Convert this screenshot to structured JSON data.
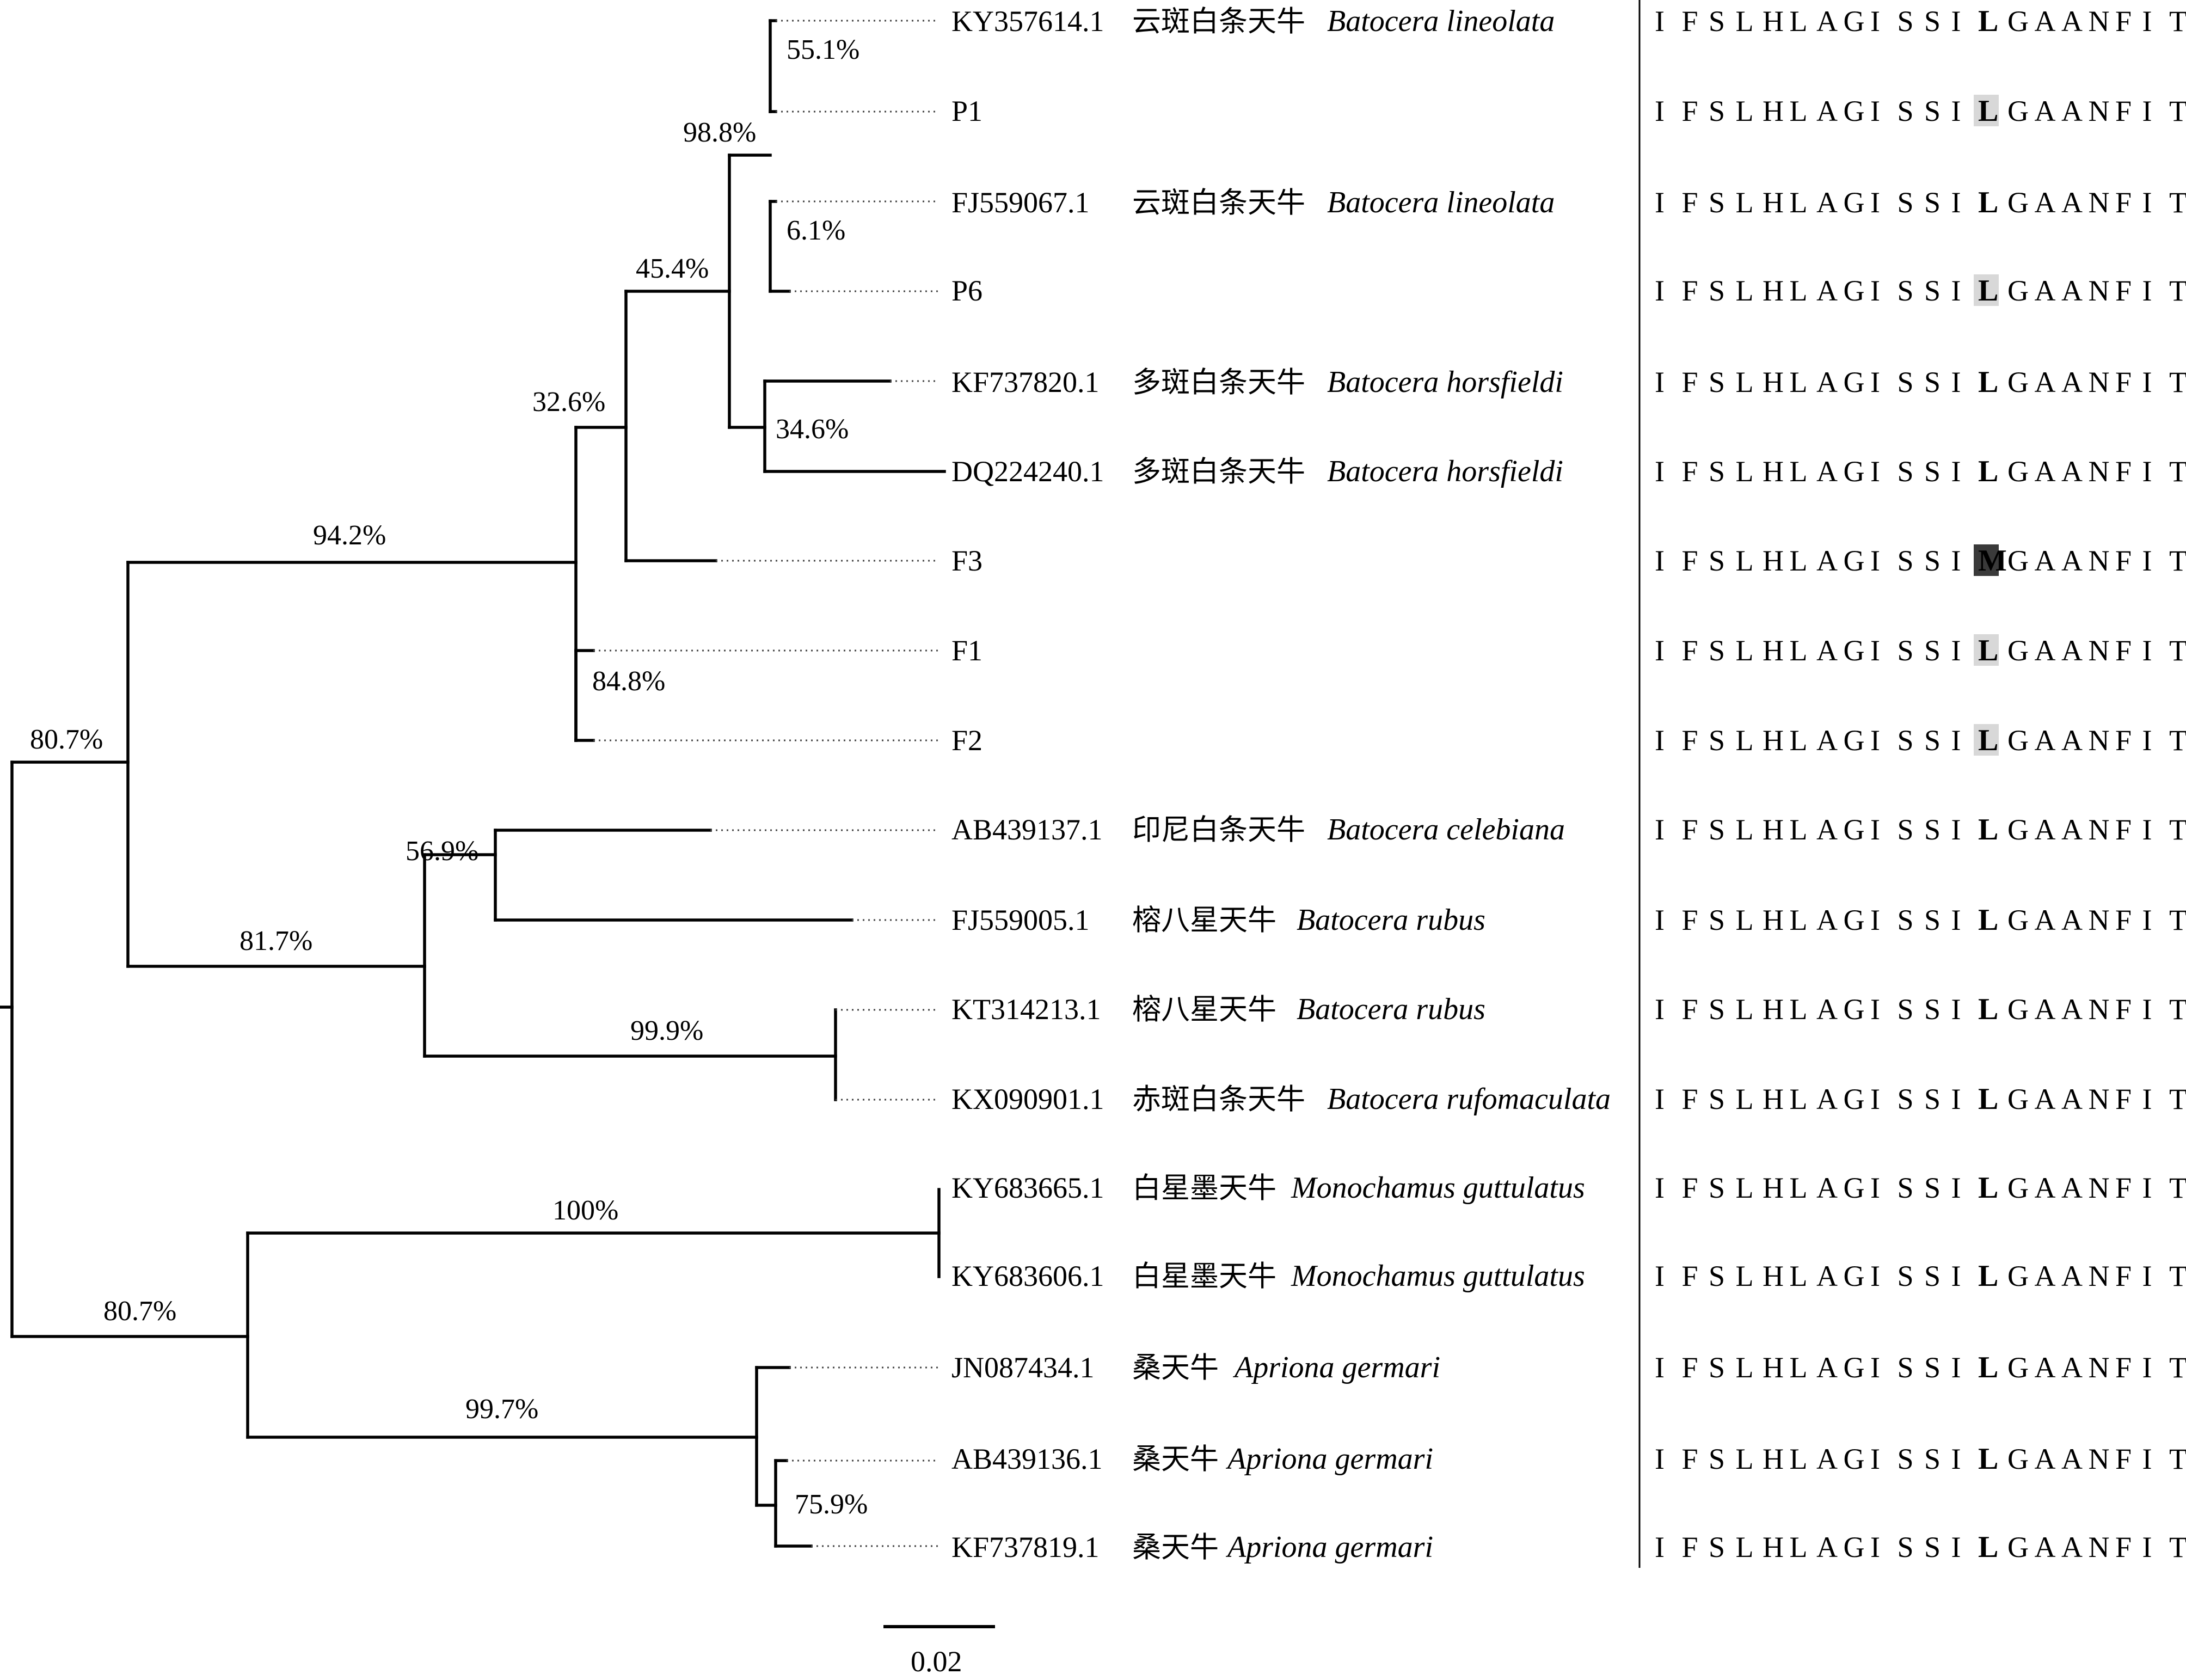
{
  "support_values": {
    "s1": "55.1%",
    "s2": "98.8%",
    "s3": "6.1%",
    "s4": "45.4%",
    "s5": "34.6%",
    "s6": "32.6%",
    "s7": "94.2%",
    "s8": "84.8%",
    "s9": "80.7%",
    "s10": "56.9%",
    "s11": "81.7%",
    "s12": "99.9%",
    "s13": "100%",
    "s14": "80.7%",
    "s15": "99.7%",
    "s16": "75.9%"
  },
  "leaves": [
    {
      "accession": "KY357614.1",
      "cn": "云斑白条天牛",
      "species": "Batocera  lineolata",
      "seq_pre": "IFSLHLAGISSI",
      "aa": "L",
      "seq_post": "GAANFIT",
      "hl": "none"
    },
    {
      "accession": "P1",
      "cn": "",
      "species": "",
      "seq_pre": "IFSLHLAGISSI",
      "aa": "L",
      "seq_post": "GAANFIT",
      "hl": "light"
    },
    {
      "accession": "FJ559067.1",
      "cn": "云斑白条天牛",
      "species": "Batocera  lineolata",
      "seq_pre": "IFSLHLAGISSI",
      "aa": "L",
      "seq_post": "GAANFIT",
      "hl": "none"
    },
    {
      "accession": "P6",
      "cn": "",
      "species": "",
      "seq_pre": "IFSLHLAGISSI",
      "aa": "L",
      "seq_post": "GAANFIT",
      "hl": "light"
    },
    {
      "accession": "KF737820.1",
      "cn": "多斑白条天牛",
      "species": "Batocera  horsfieldi",
      "seq_pre": "IFSLHLAGISSI",
      "aa": "L",
      "seq_post": "GAANFIT",
      "hl": "none"
    },
    {
      "accession": "DQ224240.1",
      "cn": "多斑白条天牛",
      "species": "Batocera  horsfieldi",
      "seq_pre": "IFSLHLAGISSI",
      "aa": "L",
      "seq_post": "GAANFIT",
      "hl": "none"
    },
    {
      "accession": "F3",
      "cn": "",
      "species": "",
      "seq_pre": "IFSLHLAGISSI",
      "aa": "M",
      "seq_post": "GAANFIT",
      "hl": "dark"
    },
    {
      "accession": "F1",
      "cn": "",
      "species": "",
      "seq_pre": "IFSLHLAGISSI",
      "aa": "L",
      "seq_post": "GAANFIT",
      "hl": "light"
    },
    {
      "accession": "F2",
      "cn": "",
      "species": "",
      "seq_pre": "IFSLHLAGISSI",
      "aa": "L",
      "seq_post": "GAANFIT",
      "hl": "light"
    },
    {
      "accession": "AB439137.1",
      "cn": "印尼白条天牛",
      "species": "Batocera celebiana",
      "seq_pre": "IFSLHLAGISSI",
      "aa": "L",
      "seq_post": "GAANFIT",
      "hl": "none"
    },
    {
      "accession": "FJ559005.1",
      "cn": "榕八星天牛",
      "species": "Batocera rubus",
      "seq_pre": "IFSLHLAGISSI",
      "aa": "L",
      "seq_post": "GAANFIT",
      "hl": "none"
    },
    {
      "accession": "KT314213.1",
      "cn": "榕八星天牛",
      "species": "Batocera rubus",
      "seq_pre": "IFSLHLAGISSI",
      "aa": "L",
      "seq_post": "GAANFIT",
      "hl": "none"
    },
    {
      "accession": "KX090901.1",
      "cn": "赤斑白条天牛",
      "species": "Batocera rufomaculata",
      "seq_pre": "IFSLHLAGISSI",
      "aa": "L",
      "seq_post": "GAANFIT",
      "hl": "none"
    },
    {
      "accession": "KY683665.1",
      "cn": "白星墨天牛",
      "species": "Monochamus guttulatus",
      "seq_pre": "IFSLHLAGISSI",
      "aa": "L",
      "seq_post": "GAANFIT",
      "hl": "none"
    },
    {
      "accession": "KY683606.1",
      "cn": "白星墨天牛",
      "species": "Monochamus guttulatus",
      "seq_pre": "IFSLHLAGISSI",
      "aa": "L",
      "seq_post": "GAANFIT",
      "hl": "none"
    },
    {
      "accession": "JN087434.1",
      "cn": "桑天牛",
      "species": "Apriona germari",
      "seq_pre": "IFSLHLAGISSI",
      "aa": "L",
      "seq_post": "GAANFIT",
      "hl": "none"
    },
    {
      "accession": "AB439136.1",
      "cn": "桑天牛",
      "species": "Apriona germari",
      "seq_pre": "IFSLHLAGISSI",
      "aa": "L",
      "seq_post": "GAANFIT",
      "hl": "none"
    },
    {
      "accession": "KF737819.1",
      "cn": "桑天牛",
      "species": "Apriona germari",
      "seq_pre": "IFSLHLAGISSI",
      "aa": "L",
      "seq_post": "GAANFIT",
      "hl": "none"
    }
  ],
  "scale_bar": {
    "label": "0.02"
  },
  "colors": {
    "line": "#000000",
    "highlight_light": "#d8d8d8",
    "highlight_dark": "#3a3a3a",
    "highlight_dark_text": "#ffffff"
  }
}
